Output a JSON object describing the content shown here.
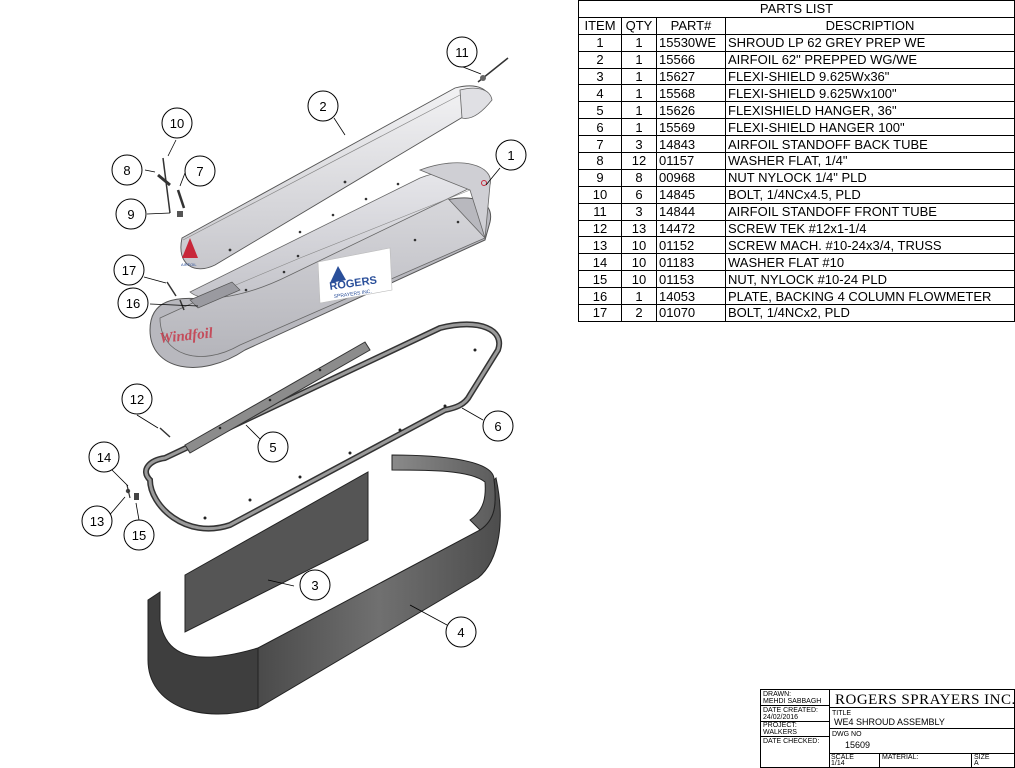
{
  "parts_list": {
    "title": "PARTS LIST",
    "headers": [
      "ITEM",
      "QTY",
      "PART#",
      "DESCRIPTION"
    ],
    "rows": [
      {
        "item": "1",
        "qty": "1",
        "part": "15530WE",
        "desc": "SHROUD LP 62 GREY PREP WE"
      },
      {
        "item": "2",
        "qty": "1",
        "part": "15566",
        "desc": "AIRFOIL 62\" PREPPED WG/WE"
      },
      {
        "item": "3",
        "qty": "1",
        "part": "15627",
        "desc": "FLEXI-SHIELD 9.625Wx36\""
      },
      {
        "item": "4",
        "qty": "1",
        "part": "15568",
        "desc": "FLEXI-SHIELD 9.625Wx100\""
      },
      {
        "item": "5",
        "qty": "1",
        "part": "15626",
        "desc": "FLEXISHIELD HANGER, 36\""
      },
      {
        "item": "6",
        "qty": "1",
        "part": "15569",
        "desc": "FLEXI-SHIELD HANGER 100\""
      },
      {
        "item": "7",
        "qty": "3",
        "part": "14843",
        "desc": "AIRFOIL STANDOFF BACK TUBE"
      },
      {
        "item": "8",
        "qty": "12",
        "part": "01157",
        "desc": "WASHER FLAT, 1/4\""
      },
      {
        "item": "9",
        "qty": "8",
        "part": "00968",
        "desc": "NUT NYLOCK 1/4\" PLD"
      },
      {
        "item": "10",
        "qty": "6",
        "part": "14845",
        "desc": "BOLT, 1/4NCx4.5, PLD"
      },
      {
        "item": "11",
        "qty": "3",
        "part": "14844",
        "desc": "AIRFOIL STANDOFF FRONT TUBE"
      },
      {
        "item": "12",
        "qty": "13",
        "part": "14472",
        "desc": "SCREW TEK #12x1-1/4"
      },
      {
        "item": "13",
        "qty": "10",
        "part": "01152",
        "desc": "SCREW MACH. #10-24x3/4, TRUSS"
      },
      {
        "item": "14",
        "qty": "10",
        "part": "01183",
        "desc": "WASHER FLAT #10"
      },
      {
        "item": "15",
        "qty": "10",
        "part": "01153",
        "desc": "NUT, NYLOCK #10-24 PLD"
      },
      {
        "item": "16",
        "qty": "1",
        "part": "14053",
        "desc": "PLATE, BACKING 4 COLUMN FLOWMETER"
      },
      {
        "item": "17",
        "qty": "2",
        "part": "01070",
        "desc": "BOLT, 1/4NCx2, PLD"
      }
    ]
  },
  "balloons": [
    "1",
    "2",
    "3",
    "4",
    "5",
    "6",
    "7",
    "8",
    "9",
    "10",
    "11",
    "12",
    "13",
    "14",
    "15",
    "16",
    "17"
  ],
  "decals": {
    "rogers_line1": "ROGERS",
    "rogers_line2": "SPRAYERS INC.",
    "windfoil": "Windfoil",
    "airfoil_badge": "AIRFOIL"
  },
  "title_block": {
    "drawn_label": "DRAWN:",
    "drawn_value": "MEHDI SABBAGH",
    "date_created_label": "DATE CREATED:",
    "date_created_value": "24/02/2016",
    "project_label": "PROJECT:",
    "project_value": "WALKERS",
    "date_checked_label": "DATE CHECKED:",
    "company": "ROGERS SPRAYERS INC.",
    "title_label": "TITLE",
    "title_value": "WE4 SHROUD ASSEMBLY",
    "dwg_label": "DWG NO",
    "dwg_value": "15609",
    "scale_label": "SCALE",
    "scale_value": "1/14",
    "material_label": "MATERIAL:",
    "size_label": "SIZE",
    "size_value": "A"
  },
  "colors": {
    "shroud_gray": "#d2d2d6",
    "flexi_dark": "#5a5a5a",
    "rogers_blue": "#2a4f9a",
    "airfoil_red": "#c8283a"
  }
}
